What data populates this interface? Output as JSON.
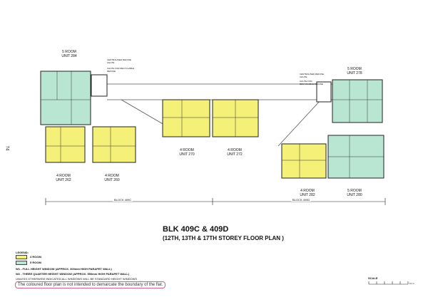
{
  "page_number": "74",
  "title": "BLK 409C & 409D",
  "subtitle": "(12TH, 13TH & 17TH STOREY FLOOR PLAN )",
  "units": [
    {
      "type": "5 ROOM",
      "unit": "UNIT 284"
    },
    {
      "type": "5 ROOM",
      "unit": "UNIT 278"
    },
    {
      "type": "4 ROOM",
      "unit": "UNIT 262"
    },
    {
      "type": "4 ROOM",
      "unit": "UNIT 260"
    },
    {
      "type": "4 ROOM",
      "unit": "UNIT 270"
    },
    {
      "type": "4 ROOM",
      "unit": "UNIT 272"
    },
    {
      "type": "4 ROOM",
      "unit": "UNIT 282"
    },
    {
      "type": "5 ROOM",
      "unit": "UNIT 280"
    }
  ],
  "refuse": {
    "chute1": "CENTRALISED REFUSE CHUTE",
    "chute2": "CHUTE FOR RECYCLABLE REFUSE"
  },
  "blocks": {
    "left": "BLOCK 409C",
    "right": "BLOCK 409D"
  },
  "legend": {
    "heading": "LEGEND:",
    "four_room": "4 ROOM",
    "five_room": "5 ROOM",
    "w1": "W1 - FULL HEIGHT WINDOW (APPROX. 300mm HIGH PARAPET WALL)",
    "w2": "W2 - THREE QUARTER HEIGHT WINDOW (APPROX. 550mm HIGH PARAPET WALL)",
    "standard": "UNLESS OTHERWISE INDICATED,ALL WINDOWS WILL BE STANDARD HEIGHT WINDOWS",
    "disclaimer": "The coloured floor plan is not intended to demarcate the boundary of the flat."
  },
  "scale": {
    "label": "SCALE",
    "end": "10 m"
  },
  "colors": {
    "four_room": "#f4f078",
    "five_room": "#b8e6d2",
    "note_border": "#d06090"
  }
}
